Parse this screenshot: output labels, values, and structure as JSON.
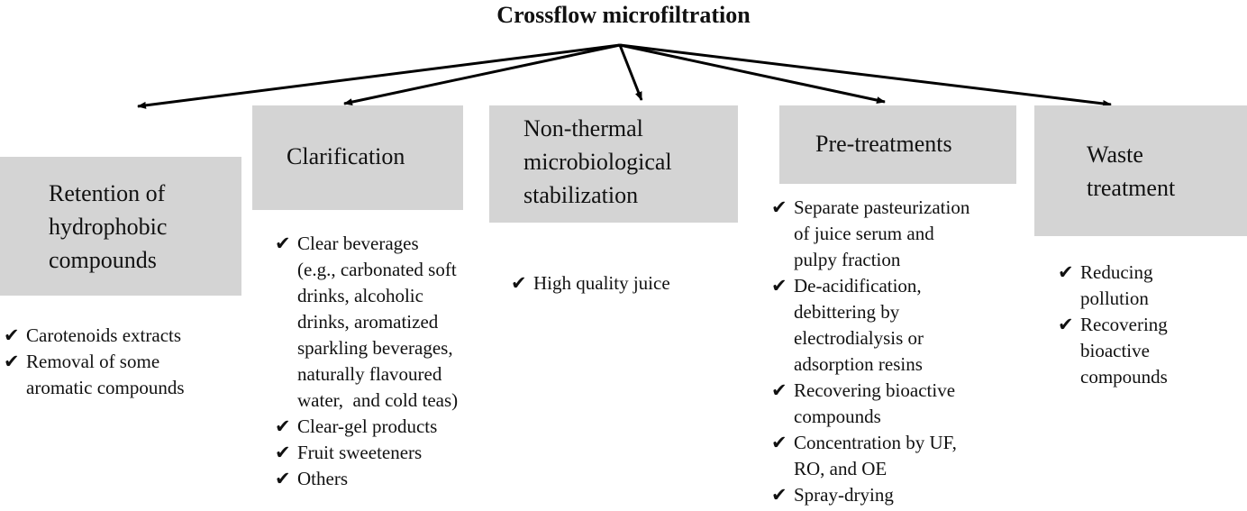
{
  "title": "Crossflow microfiltration",
  "check_glyph": "✔",
  "boxes": [
    {
      "id": "retention",
      "lines": [
        "Retention of",
        "hydrophobic",
        "compounds"
      ],
      "items": [
        {
          "lines": [
            "Carotenoids extracts"
          ]
        },
        {
          "lines": [
            "Removal of some",
            "aromatic compounds"
          ]
        }
      ]
    },
    {
      "id": "clarification",
      "lines": [
        "Clarification"
      ],
      "items": [
        {
          "lines": [
            "Clear beverages",
            "(e.g., carbonated soft",
            "drinks, alcoholic",
            "drinks, aromatized",
            "sparkling beverages,",
            "naturally flavoured",
            "water,  and cold teas)"
          ]
        },
        {
          "lines": [
            "Clear-gel products"
          ]
        },
        {
          "lines": [
            "Fruit sweeteners"
          ]
        },
        {
          "lines": [
            "Others"
          ]
        }
      ]
    },
    {
      "id": "non-thermal",
      "lines": [
        "Non-thermal",
        "microbiological",
        "stabilization"
      ],
      "items": [
        {
          "lines": [
            "High quality juice"
          ]
        }
      ]
    },
    {
      "id": "pretreatments",
      "lines": [
        "Pre-treatments"
      ],
      "items": [
        {
          "lines": [
            "Separate pasteurization",
            "of juice serum and",
            "pulpy fraction"
          ]
        },
        {
          "lines": [
            "De-acidification,",
            "debittering by",
            "electrodialysis or",
            "adsorption resins"
          ]
        },
        {
          "lines": [
            "Recovering bioactive",
            "compounds"
          ]
        },
        {
          "lines": [
            "Concentration by UF,",
            "RO, and OE"
          ]
        },
        {
          "lines": [
            "Spray-drying"
          ]
        }
      ]
    },
    {
      "id": "waste",
      "lines": [
        "Waste",
        "treatment"
      ],
      "items": [
        {
          "lines": [
            "Reducing",
            "pollution"
          ]
        },
        {
          "lines": [
            "Recovering",
            "bioactive",
            "compounds"
          ]
        }
      ]
    }
  ]
}
